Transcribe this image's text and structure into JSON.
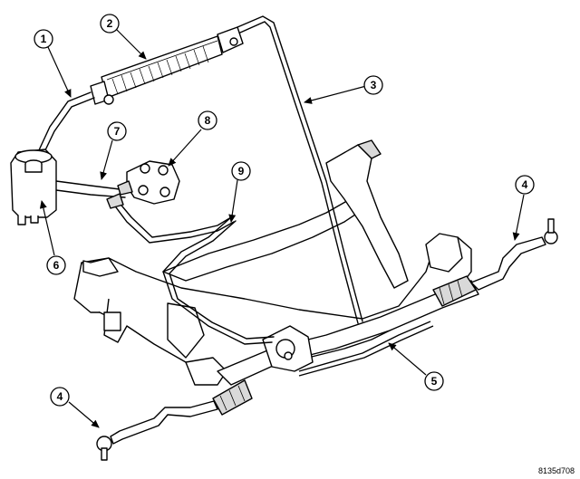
{
  "callouts": [
    {
      "id": "c1",
      "label": "1"
    },
    {
      "id": "c2",
      "label": "2"
    },
    {
      "id": "c3",
      "label": "3"
    },
    {
      "id": "c4a",
      "label": "4"
    },
    {
      "id": "c4b",
      "label": "4"
    },
    {
      "id": "c5",
      "label": "5"
    },
    {
      "id": "c6",
      "label": "6"
    },
    {
      "id": "c7",
      "label": "7"
    },
    {
      "id": "c8",
      "label": "8"
    },
    {
      "id": "c9",
      "label": "9"
    }
  ],
  "figure_id": "8135d708",
  "colors": {
    "line": "#000000",
    "fill": "#ffffff",
    "shade": "#d9d9d9"
  }
}
